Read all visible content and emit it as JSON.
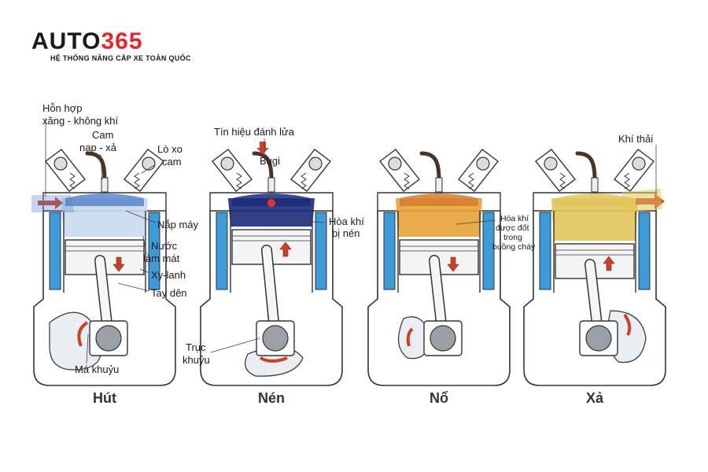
{
  "brand": {
    "name_part1": "AUTO",
    "name_part2": "365",
    "tagline": "HỆ THỐNG NÂNG CẤP XE TOÀN QUỐC"
  },
  "colors": {
    "brand_red": "#e5262c",
    "coolant": "#3d9bd9",
    "arrow": "#c8412a",
    "compressed": "#1b2a7a",
    "burning": "#e8a23a",
    "exhaust": "#e2c45a"
  },
  "strokes": [
    {
      "label": "Hút"
    },
    {
      "label": "Nén"
    },
    {
      "label": "Nổ"
    },
    {
      "label": "Xả"
    }
  ],
  "labels": {
    "mixture_1": "Hỗn hợp",
    "mixture_2": "xăng - không khí",
    "cam_1": "Cam",
    "cam_2": "nạp - xả",
    "spring_1": "Lò xo",
    "spring_2": "cam",
    "head": "Nắp máy",
    "water_1": "Nước",
    "water_2": "làm mát",
    "cylinder": "Xy-lanh",
    "rod": "Tay dên",
    "crank_web": "Má khuỷu",
    "ignition": "Tín hiệu đánh lửa",
    "spark": "Bugi",
    "compressed_1": "Hòa khí",
    "compressed_2": "bị nén",
    "crankshaft_1": "Trục",
    "crankshaft_2": "khuỷu",
    "burn_1": "Hòa khí",
    "burn_2": "được đốt",
    "burn_3": "trong",
    "burn_4": "buồng cháy",
    "exhaust": "Khí thải"
  }
}
